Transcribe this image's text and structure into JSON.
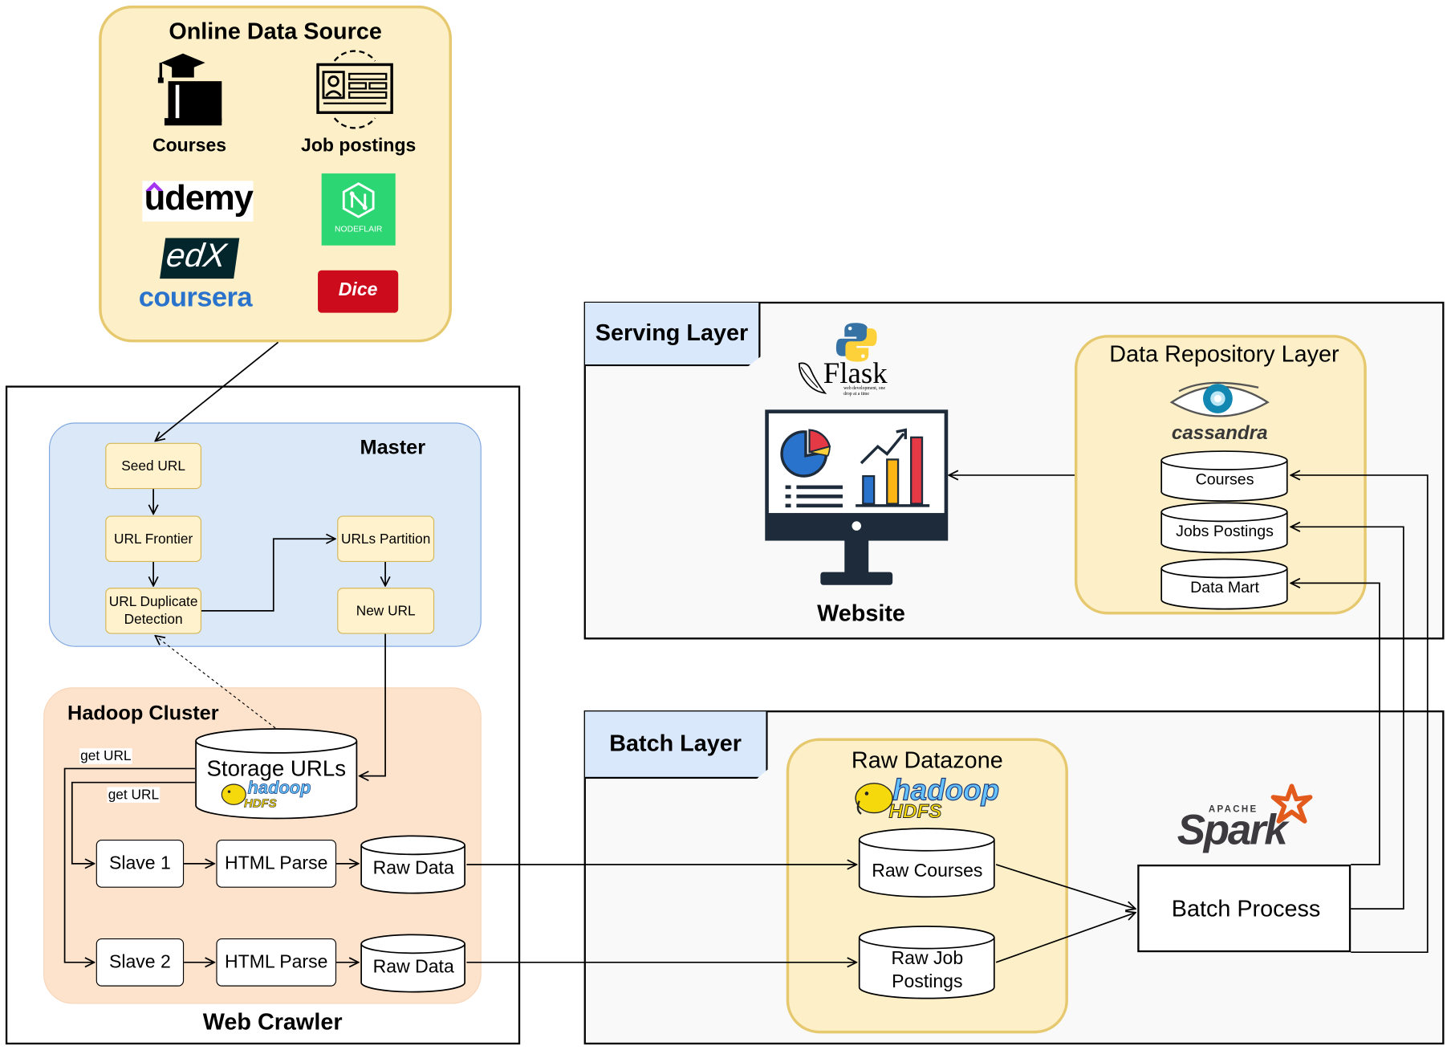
{
  "online_source": {
    "title": "Online Data Source",
    "courses_label": "Courses",
    "jobs_label": "Job postings",
    "course_providers": [
      "udemy",
      "edX",
      "coursera"
    ],
    "job_providers": [
      "NODEFLAIR",
      "Dice"
    ]
  },
  "web_crawler": {
    "title": "Web Crawler",
    "master": {
      "title": "Master",
      "seed_url": "Seed URL",
      "url_frontier": "URL Frontier",
      "url_duplicate": "URL Duplicate Detection",
      "urls_partition": "URLs Partition",
      "new_url": "New URL"
    },
    "hadoop_cluster": {
      "title": "Hadoop Cluster",
      "storage": "Storage URLs",
      "get_url_1": "get URL",
      "get_url_2": "get URL",
      "slave1": "Slave 1",
      "slave2": "Slave 2",
      "html_parse_1": "HTML Parse",
      "html_parse_2": "HTML Parse",
      "raw_data_1": "Raw Data",
      "raw_data_2": "Raw Data"
    }
  },
  "serving_layer": {
    "title": "Serving Layer",
    "website_label": "Website",
    "flask_label": "Flask",
    "flask_tagline": "web development, one drop at a time",
    "repo": {
      "title": "Data Repository Layer",
      "cassandra": "cassandra",
      "courses": "Courses",
      "jobs": "Jobs Postings",
      "mart": "Data Mart"
    }
  },
  "batch_layer": {
    "title": "Batch Layer",
    "raw_zone": "Raw Datazone",
    "raw_courses": "Raw Courses",
    "raw_jobs": "Raw Job Postings",
    "batch_process": "Batch Process",
    "spark_apache": "APACHE",
    "spark": "Spark",
    "hadoop_logo": "hadoop",
    "hdfs_logo": "HDFS"
  },
  "colors": {
    "yellow_fill": "#fdf0c8",
    "yellow_border": "#e6c86e",
    "master_fill": "#dbe8f8",
    "hadoop_fill": "#fde3cc",
    "tab_fill": "#dae8fc",
    "udemy": "#a435f0",
    "coursera": "#2a73cc",
    "nodeflair": "#2bd673",
    "dice": "#cc0c1d",
    "cassandra": "#1287b1",
    "spark_orange": "#e25a1c"
  }
}
